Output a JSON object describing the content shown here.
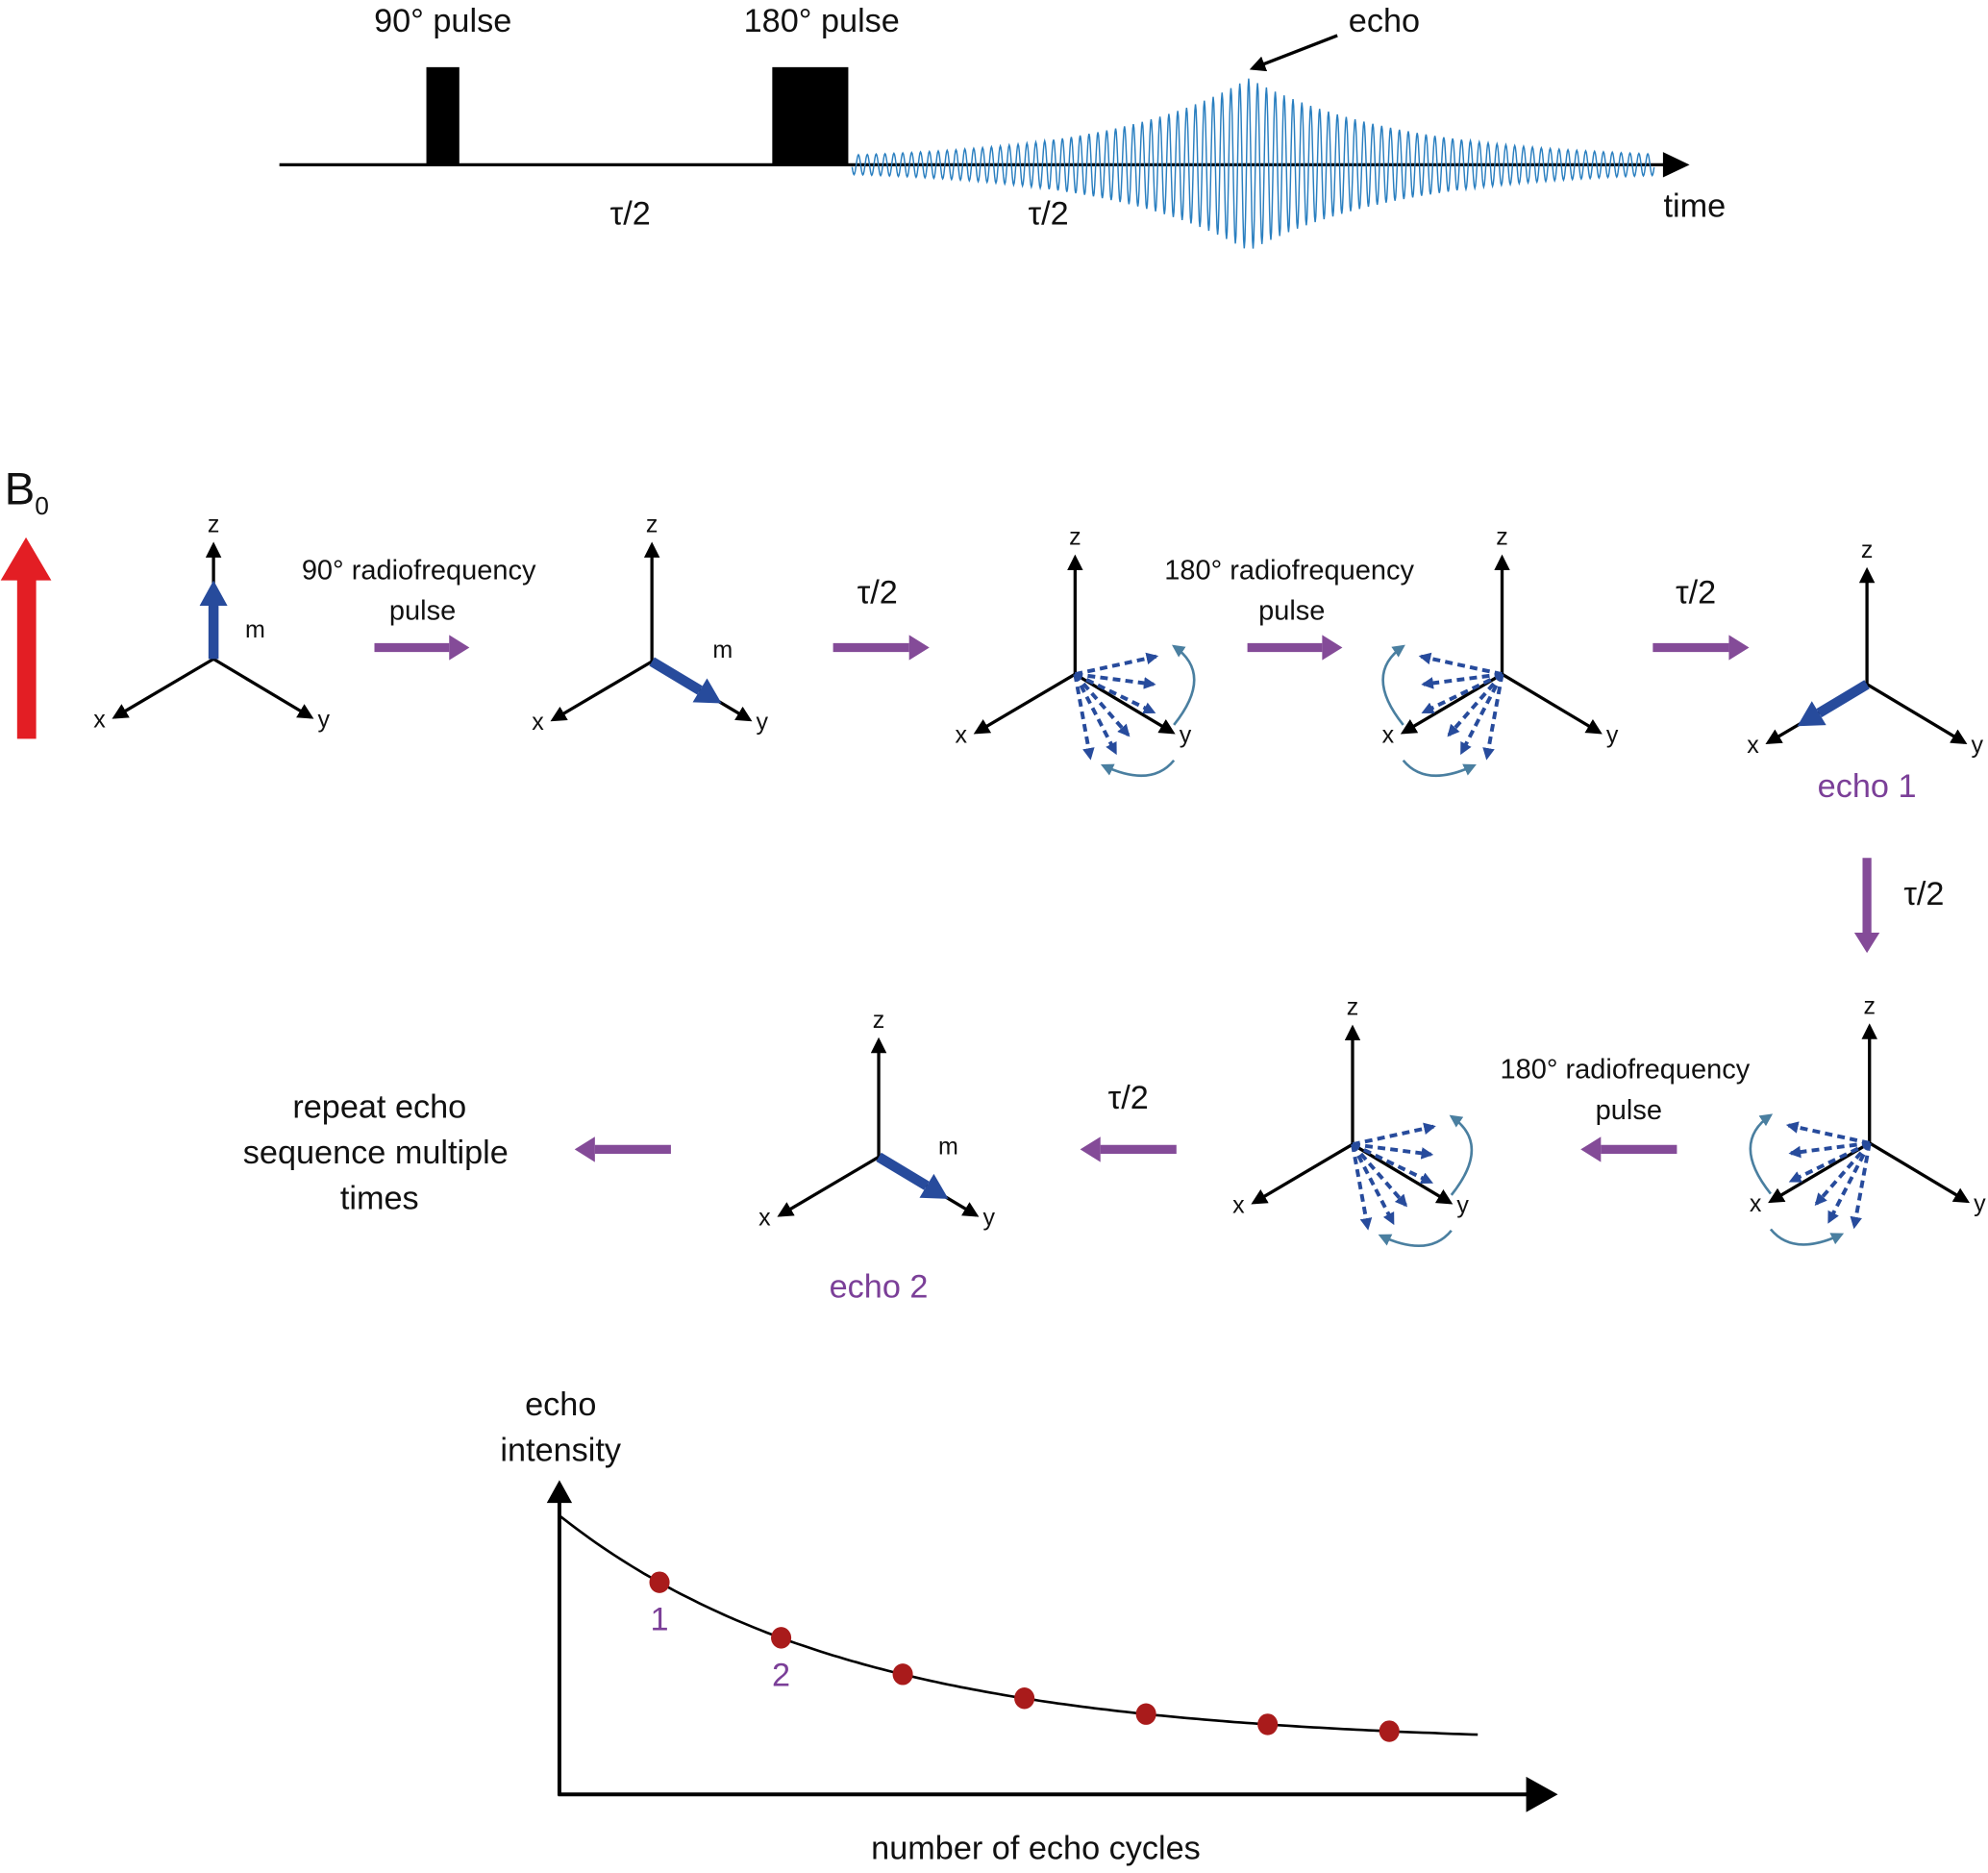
{
  "timeline": {
    "pulse90_label": "90° pulse",
    "pulse180_label": "180° pulse",
    "echo_label": "echo",
    "tau1": "τ/2",
    "tau2": "τ/2",
    "time_label": "time"
  },
  "field": {
    "label": "B",
    "subscript": "0"
  },
  "axes_labels": {
    "x": "x",
    "y": "y",
    "z": "z",
    "m": "m"
  },
  "sequence": {
    "step1_line1": "90° radiofrequency",
    "step1_line2": "pulse",
    "tau_a": "τ/2",
    "step2_line1": "180° radiofrequency",
    "step2_line2": "pulse",
    "tau_b": "τ/2",
    "echo1": "echo 1",
    "tau_c": "τ/2",
    "step3_line1": "180° radiofrequency",
    "step3_line2": "pulse",
    "tau_d": "τ/2",
    "echo2": "echo 2",
    "repeat_line1": "repeat echo",
    "repeat_line2": "sequence multiple",
    "repeat_line3": "times"
  },
  "colors": {
    "magnetization": "#274b9c",
    "field": "#e31e24",
    "process_arrow": "#844b98",
    "echo_label": "#7b3f98",
    "dephase_arc": "#4a7fa0",
    "data_point": "#a91b1b",
    "signal": "#2a7fc0"
  },
  "chart_data": {
    "type": "scatter",
    "title": "",
    "xlabel": "number of echo cycles",
    "ylabel_line1": "echo",
    "ylabel_line2": "intensity",
    "x": [
      1,
      2,
      3,
      4,
      5,
      6,
      7
    ],
    "values": [
      0.72,
      0.55,
      0.42,
      0.33,
      0.27,
      0.23,
      0.21
    ],
    "curve_start": 1.0,
    "point_labels": [
      "1",
      "2"
    ],
    "ylim": [
      0,
      1.1
    ],
    "xlim": [
      0,
      7.5
    ],
    "grid": false
  }
}
